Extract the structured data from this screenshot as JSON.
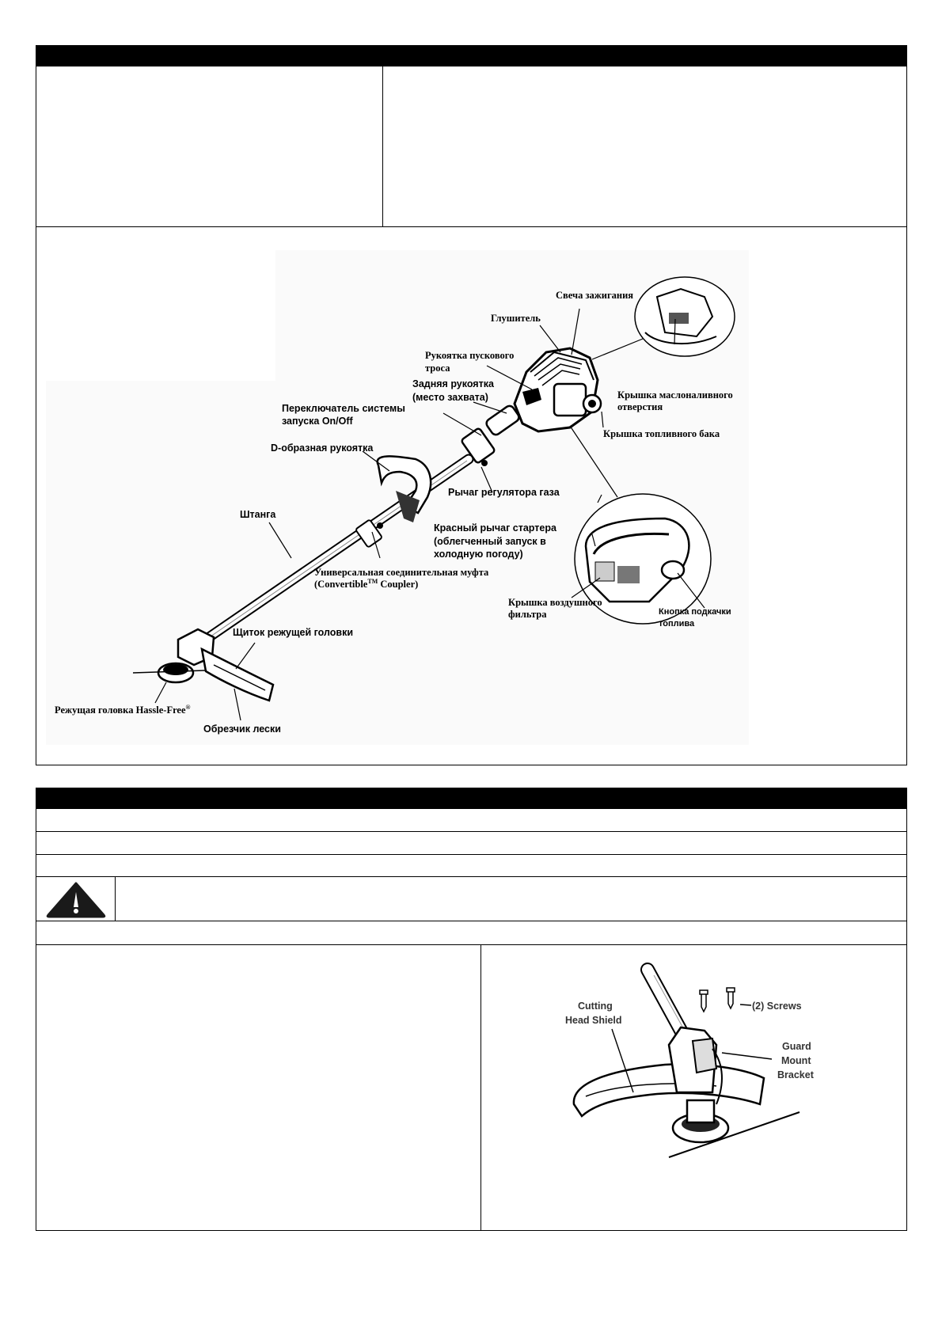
{
  "diagram_labels": {
    "spark_plug": "Свеча зажигания",
    "muffler": "Глушитель",
    "starter_handle_1": "Рукоятка пускового",
    "starter_handle_2": "троса",
    "rear_handle_1": "Задняя рукоятка",
    "rear_handle_2": "(место захвата)",
    "onoff_switch_1": "Переключатель системы",
    "onoff_switch_2": "запуска On/Off",
    "d_handle": "D-образная рукоятка",
    "oil_cap_1": "Крышка маслоналивного",
    "oil_cap_2": "отверстия",
    "fuel_cap": "Крышка топливного бака",
    "throttle": "Рычаг регулятора газа",
    "shaft": "Штанга",
    "red_lever_1": "Красный рычаг стартера",
    "red_lever_2": "(облегченный запуск в",
    "red_lever_3": "холодную погоду)",
    "coupler_1": "Универсальная соединительная муфта",
    "coupler_2a": "(Convertible",
    "coupler_2tm": "TM",
    "coupler_2b": " Coupler)",
    "air_filter_1": "Крышка воздушного",
    "air_filter_2": "фильтра",
    "primer_1": "Кнопка подкачки",
    "primer_2": "топлива",
    "head_shield": "Щиток режущей головки",
    "cutting_head": "Режущая головка Hassle-Free",
    "cutting_head_reg": "®",
    "line_cutter": "Обрезчик лески"
  },
  "assembly_labels": {
    "cutting_1": "Cutting",
    "cutting_2": "Head Shield",
    "screws": "(2) Screws",
    "guard_1": "Guard",
    "guard_2": "Mount",
    "guard_3": "Bracket"
  }
}
